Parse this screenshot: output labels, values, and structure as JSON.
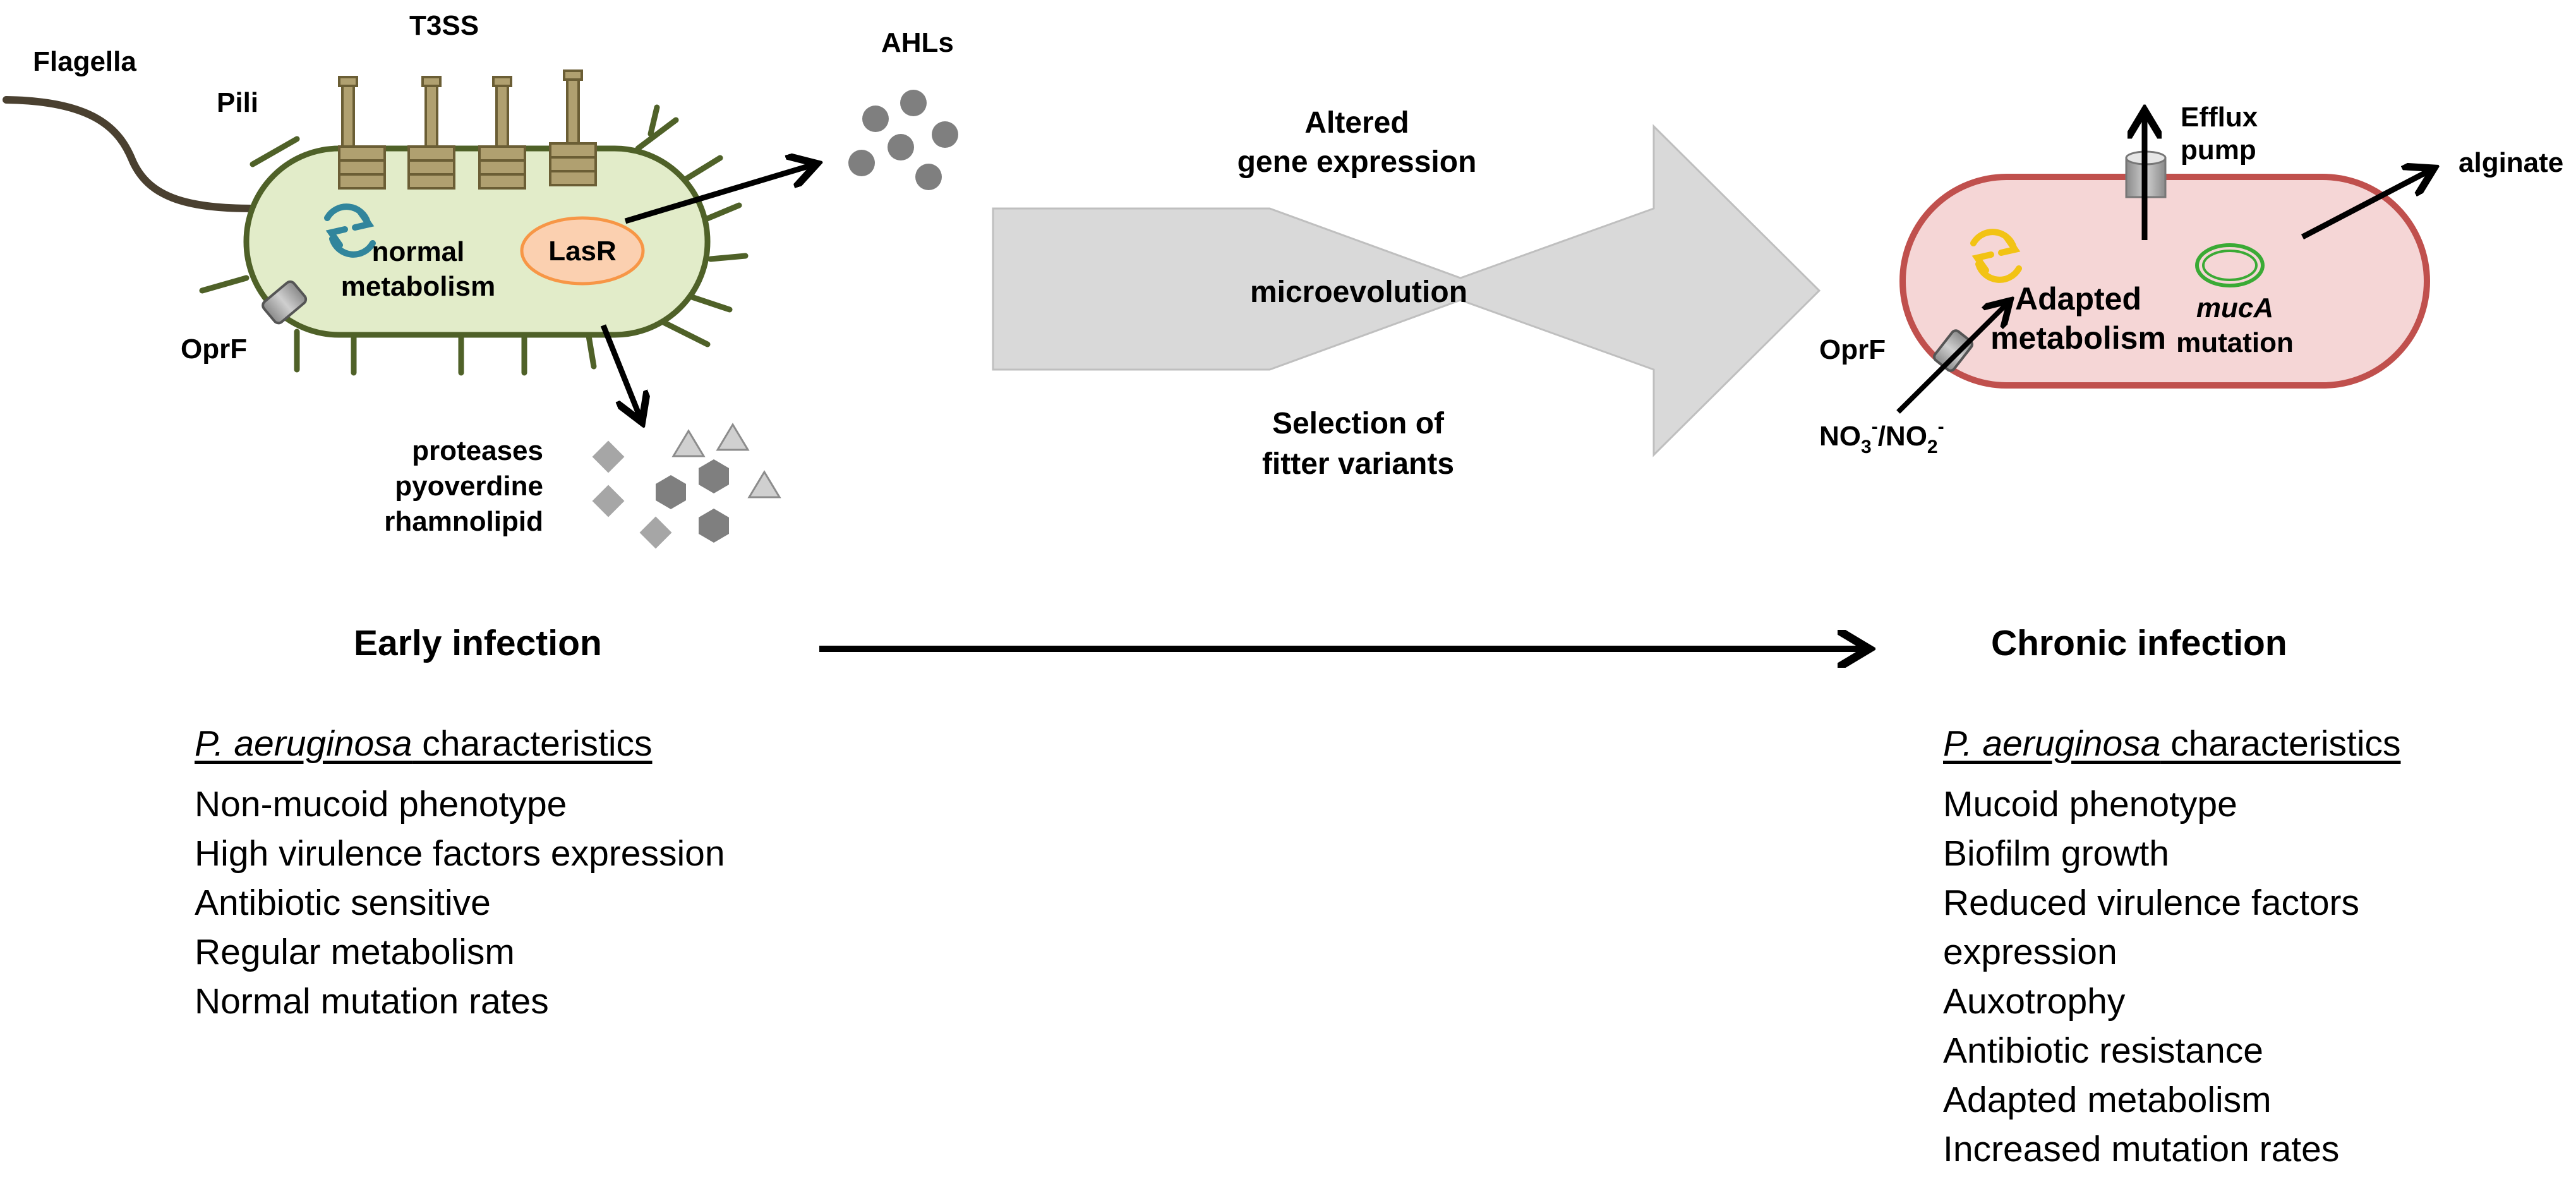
{
  "early": {
    "labels": {
      "flagella": "Flagella",
      "t3ss": "T3SS",
      "pili": "Pili",
      "oprf": "OprF",
      "lasr": "LasR",
      "metabolism_line1": "normal",
      "metabolism_line2": "metabolism",
      "ahls": "AHLs",
      "proteases": "proteases",
      "pyoverdine": "pyoverdine",
      "rhamnolipid": "rhamnolipid"
    },
    "heading": "Early infection",
    "characteristics": {
      "species": "P. aeruginosa",
      "suffix": " characteristics",
      "items": [
        "Non-mucoid phenotype",
        "High virulence factors expression",
        "Antibiotic sensitive",
        "Regular metabolism",
        "Normal mutation rates"
      ]
    }
  },
  "transition": {
    "top_line1": "Altered",
    "top_line2": "gene expression",
    "center": "microevolution",
    "bottom_line1": "Selection of",
    "bottom_line2": "fitter variants"
  },
  "chronic": {
    "labels": {
      "efflux_line1": "Efflux",
      "efflux_line2": "pump",
      "alginate": "alginate",
      "oprf": "OprF",
      "metabolism_line1": "Adapted",
      "metabolism_line2": "metabolism",
      "muca_gene": "mucA",
      "muca_line2": "mutation",
      "no3": "NO",
      "no3_sub": "3",
      "no3_sup": "-",
      "slash": "/NO",
      "no2_sub": "2",
      "no2_sup": "-"
    },
    "heading": "Chronic infection",
    "characteristics": {
      "species": "P. aeruginosa",
      "suffix": " characteristics",
      "items": [
        "Mucoid phenotype",
        "Biofilm growth",
        "Reduced virulence factors",
        "expression",
        "Auxotrophy",
        "Antibiotic resistance",
        "Adapted metabolism",
        "Increased mutation rates"
      ]
    }
  },
  "colors": {
    "early_cell_fill": "#e2ecc9",
    "early_cell_stroke": "#4f6128",
    "lasr_fill": "#fbd0b0",
    "lasr_stroke": "#f79646",
    "t3ss_fill": "#b0a070",
    "t3ss_stroke": "#6b5e35",
    "flagellum": "#4a4030",
    "chronic_cell_fill": "#f5d6d6",
    "chronic_cell_stroke": "#c0504d",
    "shape_gray": "#a6a6a6",
    "shape_dark": "#7f7f7f",
    "light_triangle": "#d0d0d0",
    "arrow_gray": "#d9d9d9",
    "cycle_blue": "#31859c",
    "cycle_yellow": "#f2c314",
    "ring_green": "#3aaa35"
  }
}
